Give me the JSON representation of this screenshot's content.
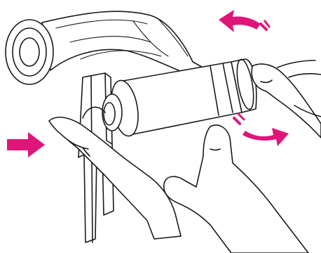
{
  "figure": {
    "description_icons": [
      "mounting-bracket",
      "cylindrical-roller",
      "hand-left",
      "hand-right"
    ],
    "arrows": [
      {
        "name": "push-arrow",
        "color": "#e0157a"
      },
      {
        "name": "rotate-up-arrow",
        "color": "#e0157a"
      },
      {
        "name": "rotate-down-arrow",
        "color": "#e0157a"
      }
    ]
  }
}
